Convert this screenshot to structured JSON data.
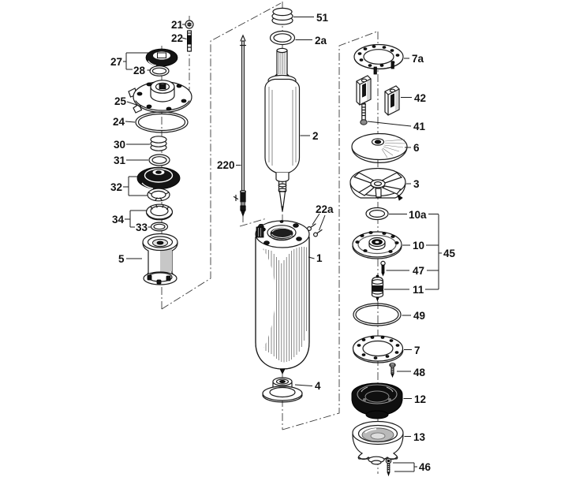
{
  "colors": {
    "line": "#1a1a1a",
    "background": "#ffffff",
    "dark_fill": "#141414"
  },
  "callouts": {
    "c21": "21",
    "c22": "22",
    "c27": "27",
    "c28": "28",
    "c25": "25",
    "c24": "24",
    "c30": "30",
    "c31": "31",
    "c32": "32",
    "c34": "34",
    "c33": "33",
    "c5": "5",
    "c51": "51",
    "c2a": "2a",
    "c2": "2",
    "c220": "220",
    "c22a": "22a",
    "c1": "1",
    "c4": "4",
    "c7a": "7a",
    "c42": "42",
    "c41": "41",
    "c6": "6",
    "c3": "3",
    "c10a": "10a",
    "c10": "10",
    "c45": "45",
    "c47": "47",
    "c11": "11",
    "c49": "49",
    "c7": "7",
    "c48": "48",
    "c12": "12",
    "c13": "13",
    "c46": "46"
  }
}
